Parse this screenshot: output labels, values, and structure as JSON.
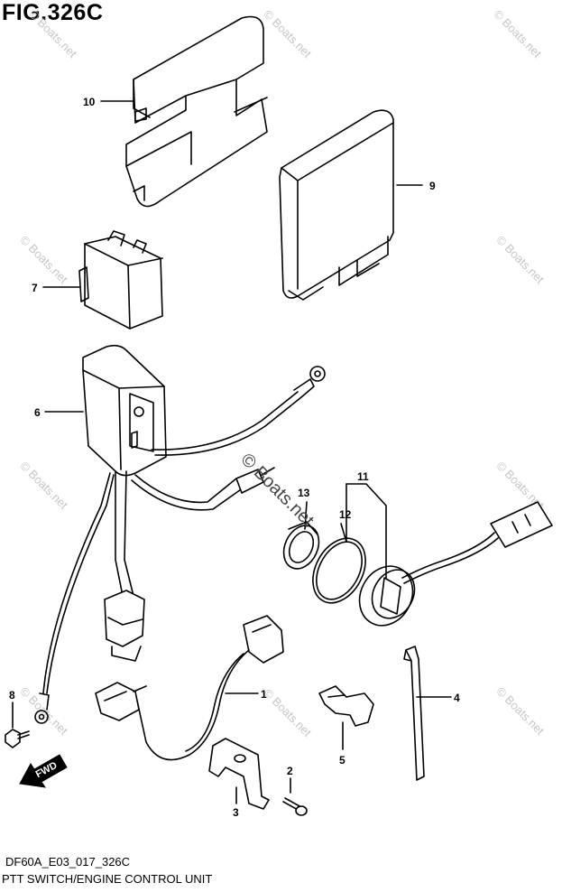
{
  "figure": {
    "title": "FIG.326C",
    "code": "DF60A_E03_017_326C",
    "caption": "PTT SWITCH/ENGINE CONTROL UNIT"
  },
  "watermark": {
    "text": "© Boats.net"
  },
  "fwd_label": "FWD",
  "callouts": [
    "10",
    "9",
    "7",
    "6",
    "11",
    "12",
    "13",
    "1",
    "4",
    "5",
    "8",
    "2",
    "3"
  ]
}
